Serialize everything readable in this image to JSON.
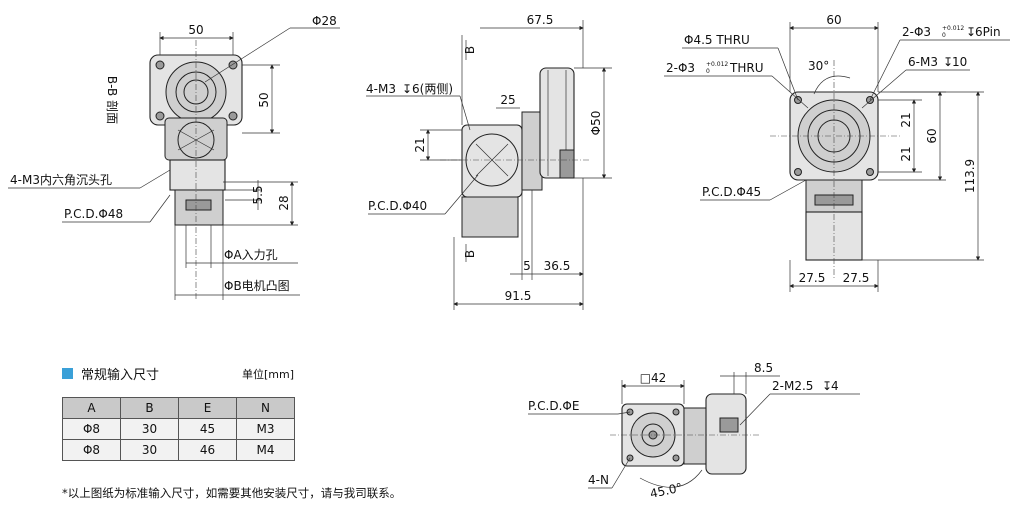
{
  "views": {
    "left": {
      "dims": {
        "width_top": "50",
        "phi28": "Φ28",
        "height_50": "50",
        "section": "B-B 剖面",
        "m3_holes": "4-M3内六角沉头孔",
        "pcd48": "P.C.D.Φ48",
        "d55": "5.5",
        "d28": "28",
        "phiA": "ΦA入力孔",
        "phiB": "ΦB电机凸图"
      }
    },
    "middle": {
      "dims": {
        "top_width": "67.5",
        "b_top": "B",
        "m3_depth": "4-M3",
        "m3_depth_rest": "6(两侧)",
        "d25": "25",
        "d21": "21",
        "phi50": "Φ50",
        "pcd40": "P.C.D.Φ40",
        "b_bottom": "B",
        "d5": "5",
        "d365": "36.5",
        "d915": "91.5"
      }
    },
    "right": {
      "dims": {
        "width60": "60",
        "phi45thru": "Φ4.5 THRU",
        "pin_prefix": "2-Φ3",
        "pin_tol": "+0.012",
        "pin_tol2": "0",
        "pin_suffix": "6Pin",
        "thru_prefix": "2-Φ3",
        "thru_tol": "+0.012",
        "thru_tol2": "0",
        "thru_suffix": "THRU",
        "angle30": "30°",
        "m3_10": "6-M3",
        "m3_10_depth": "10",
        "d21a": "21",
        "d21b": "21",
        "h60": "60",
        "h1139": "113.9",
        "pcd45": "P.C.D.Φ45",
        "d275a": "27.5",
        "d275b": "27.5"
      }
    },
    "bottom": {
      "dims": {
        "sq42": "□42",
        "d85": "8.5",
        "m25": "2-M2.5",
        "m25_depth": "4",
        "pcdE": "P.C.D.ΦE",
        "n4": "4-N",
        "angle45": "45.0°"
      }
    }
  },
  "table": {
    "title": "常规输入尺寸",
    "unit": "单位[mm]",
    "headers": [
      "A",
      "B",
      "E",
      "N"
    ],
    "rows": [
      [
        "Φ8",
        "30",
        "45",
        "M3"
      ],
      [
        "Φ8",
        "30",
        "46",
        "M4"
      ]
    ]
  },
  "note": "*以上图纸为标准输入尺寸，如需要其他安装尺寸，请与我司联系。",
  "colors": {
    "accent": "#3aa0d8",
    "table_header": "#c9c9c9"
  }
}
